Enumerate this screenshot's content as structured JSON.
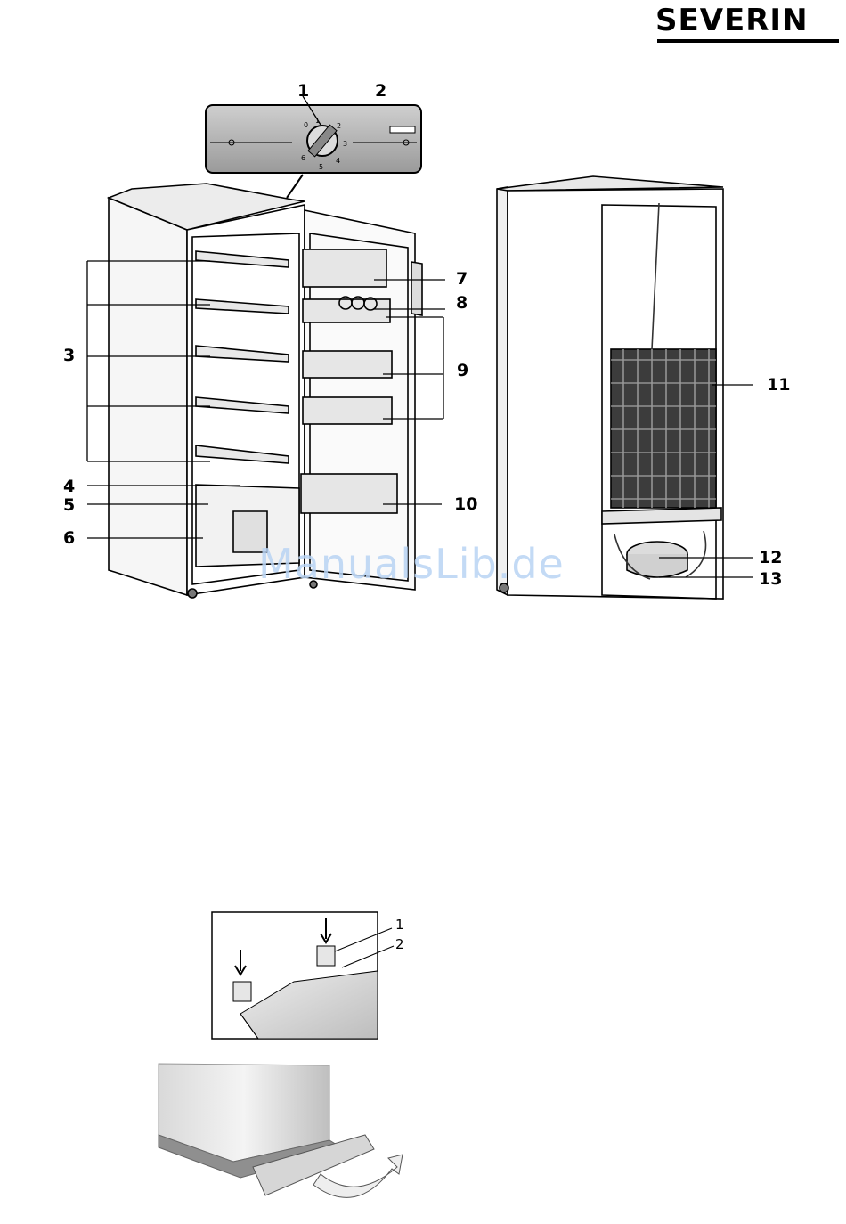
{
  "brand": "SEVERIN",
  "watermark": "ManualsLib.de",
  "figure_main": {
    "control_panel_labels": [
      "1",
      "2"
    ],
    "dial_marks": [
      "0",
      "1",
      "2",
      "3",
      "4",
      "5",
      "6"
    ],
    "front_labels": [
      "3",
      "4",
      "5",
      "6",
      "7",
      "8",
      "9",
      "10"
    ],
    "back_labels": [
      "11",
      "12",
      "13"
    ]
  },
  "figure_caps": {
    "labels": [
      "1",
      "2"
    ]
  }
}
